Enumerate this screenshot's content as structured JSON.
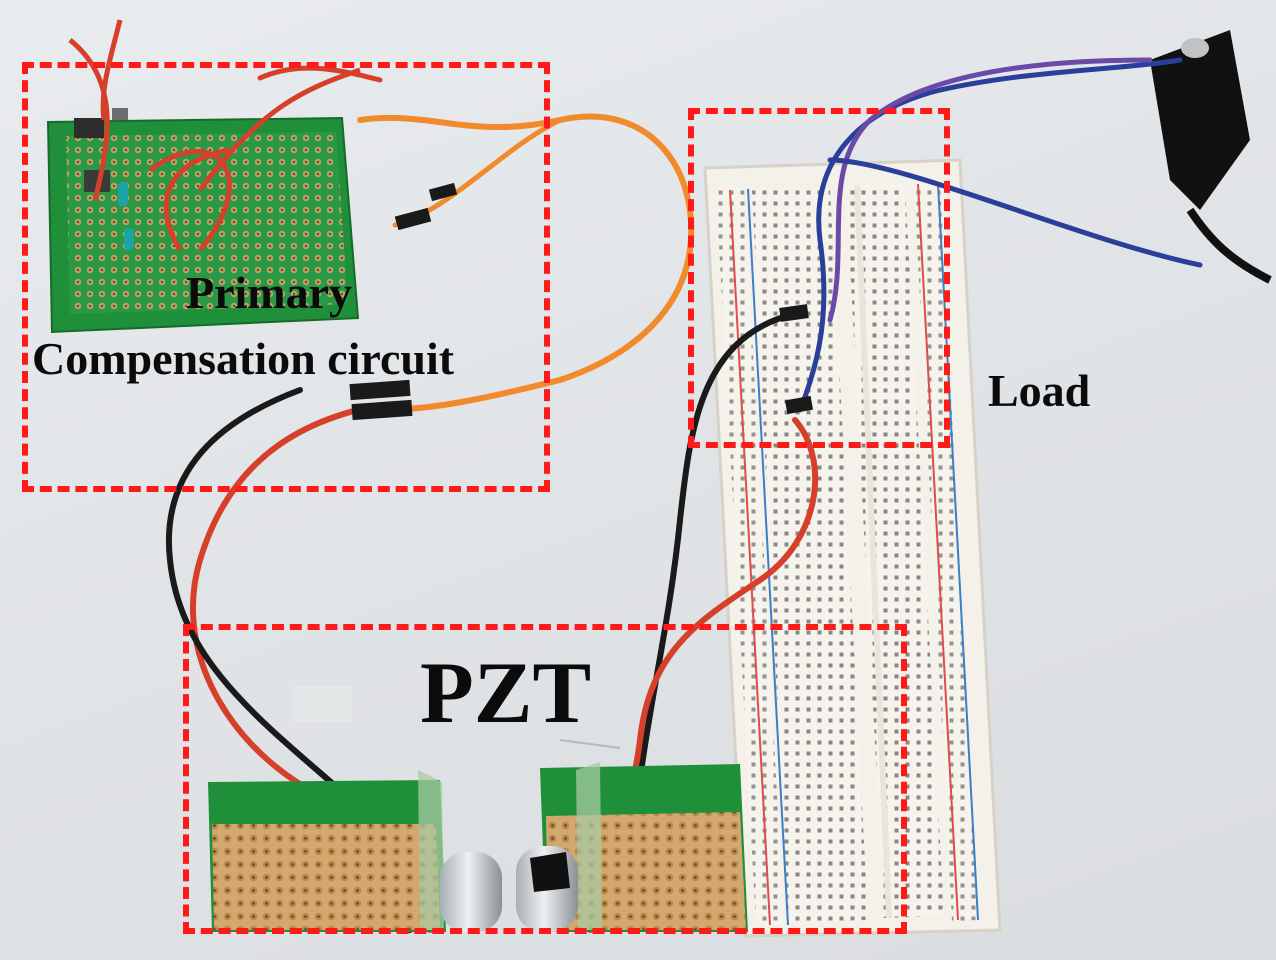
{
  "labels": {
    "primary_line1": "Primary",
    "primary_line2": "Compensation circuit",
    "load": "Load",
    "pzt": "PZT"
  },
  "colors": {
    "callout_dash": "#ff1a1a",
    "pcb_green": "#1f8f3a",
    "breadboard": "#f4f1ea",
    "wire_orange": "#f08a2a",
    "wire_red": "#d6402b",
    "wire_black": "#1a1a1a",
    "wire_blue": "#2b3f9a",
    "wire_purple": "#6a4aa8"
  }
}
